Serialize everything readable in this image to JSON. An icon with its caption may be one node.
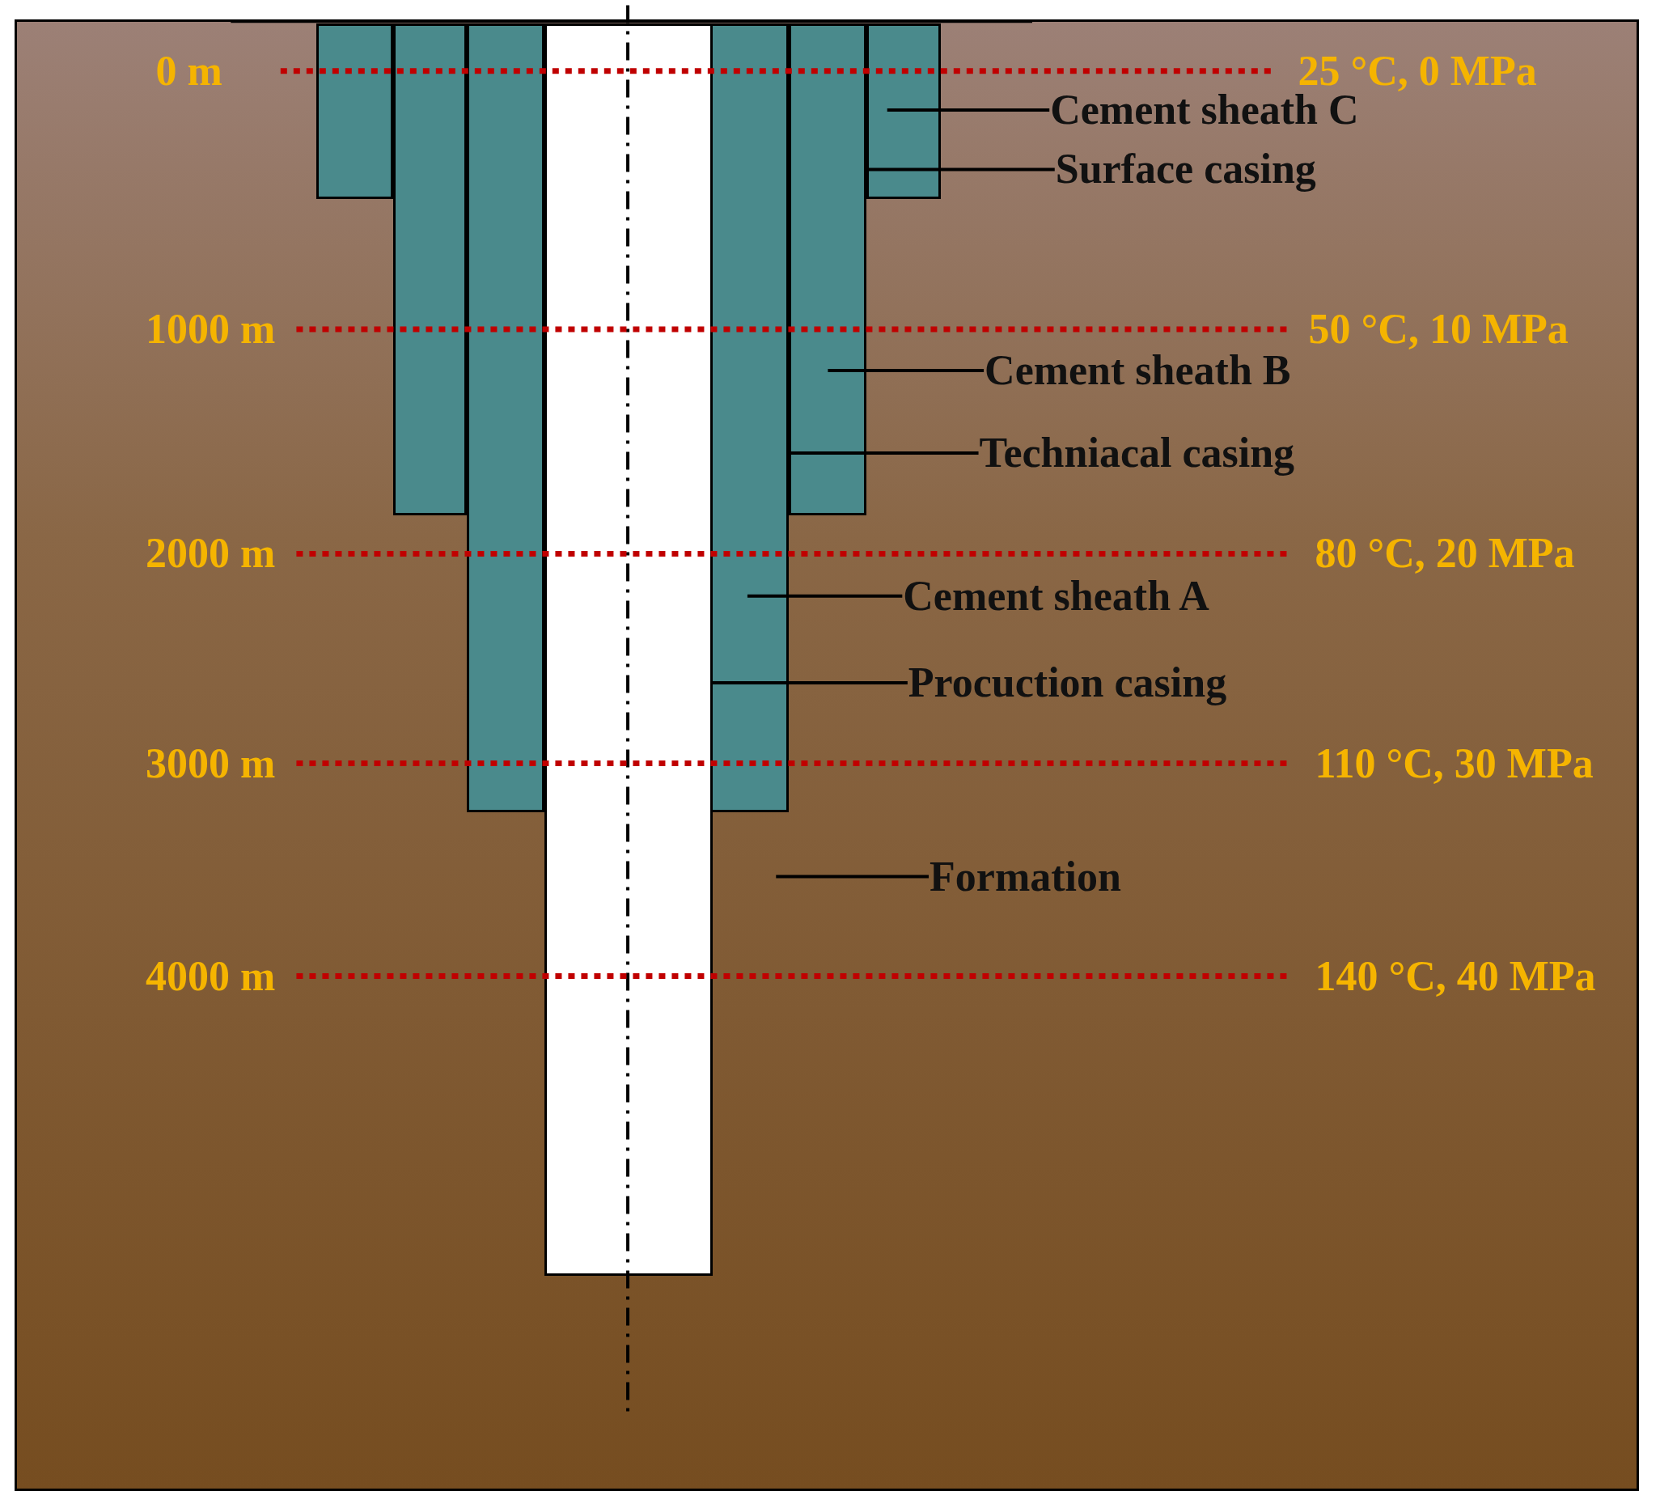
{
  "diagram": {
    "nodes": [
      {
        "text": [
          "Cement sheath C"
        ]
      },
      {
        "text": [
          "Surface casing"
        ]
      },
      {
        "text": [
          "Cement sheath B"
        ]
      },
      {
        "text": [
          "Techniacal casing"
        ]
      },
      {
        "text": [
          "Cement sheath A"
        ]
      },
      {
        "text": [
          "Procuction casing"
        ]
      },
      {
        "text": [
          "Formation"
        ]
      },
      {
        "text": [],
        "shape": "box"
      },
      {
        "text": [],
        "shape": "box"
      },
      {
        "text": [],
        "shape": "box"
      },
      {
        "text": [],
        "shape": "box"
      },
      {
        "text": [],
        "shape": "box"
      },
      {
        "text": [],
        "shape": "box"
      }
    ],
    "edges": [
      {
        "from": 0,
        "to": 12,
        "arrow": "none"
      },
      {
        "from": 1,
        "to": 12,
        "arrow": "none"
      },
      {
        "from": 2,
        "to": 11,
        "arrow": "none"
      },
      {
        "from": 3,
        "to": 11,
        "arrow": "none"
      },
      {
        "from": 4,
        "to": 10,
        "arrow": "none"
      },
      {
        "from": 5,
        "to": 10,
        "arrow": "none"
      },
      {
        "from": 6,
        "to": null,
        "arrow": "none"
      }
    ],
    "labels": [
      "0 m",
      "25 °C, 0 MPa",
      "1000 m",
      "50 °C, 10 MPa",
      "2000 m",
      "80 °C, 20 MPa",
      "3000 m",
      "110 °C, 30 MPa",
      "4000 m",
      "140 °C, 40 MPa"
    ]
  }
}
